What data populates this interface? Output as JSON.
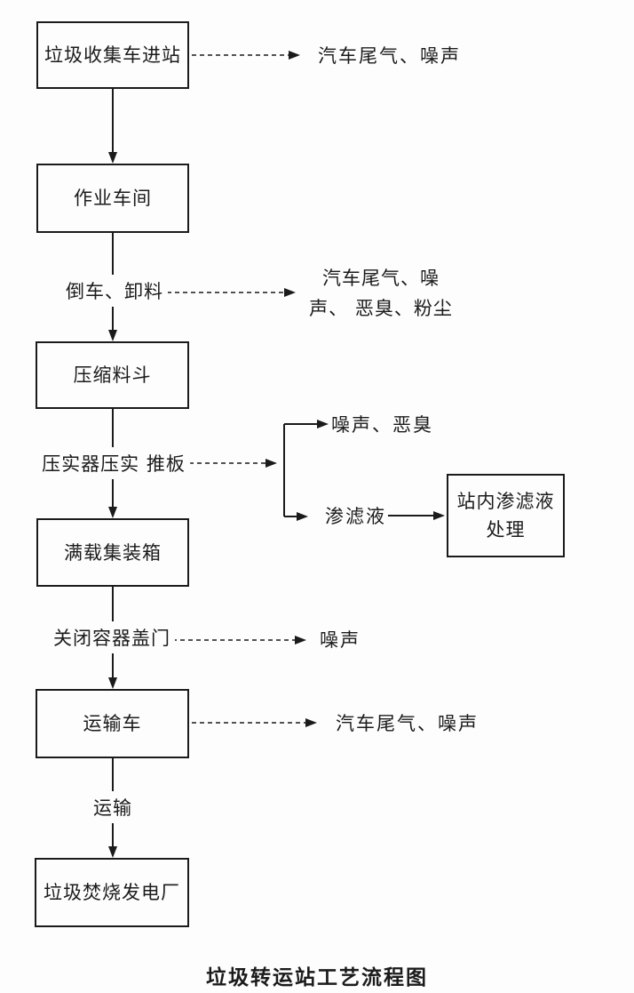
{
  "title": "垃圾转运站工艺流程图",
  "colors": {
    "line": "#1b1b1b",
    "background": "#fdfdfd"
  },
  "boxes": {
    "station_entry": "垃圾收集车进站",
    "workshop": "作业车间",
    "hopper": "压缩料斗",
    "container": "满载集装箱",
    "transport": "运输车",
    "plant": "垃圾焚烧发电厂",
    "leachate_treatment": "站内渗滤液处理"
  },
  "step_labels": {
    "unload": "倒车、卸料",
    "compact": "压实器压实 推板",
    "close_lid": "关闭容器盖门",
    "transit": "运输"
  },
  "emissions": {
    "entry": "汽车尾气、噪声",
    "unload": "汽车尾气、噪声、 恶臭、粉尘",
    "compact_noise": "噪声、恶臭",
    "leachate": "渗滤液",
    "lid_noise": "噪声",
    "transport": "汽车尾气、噪声"
  }
}
